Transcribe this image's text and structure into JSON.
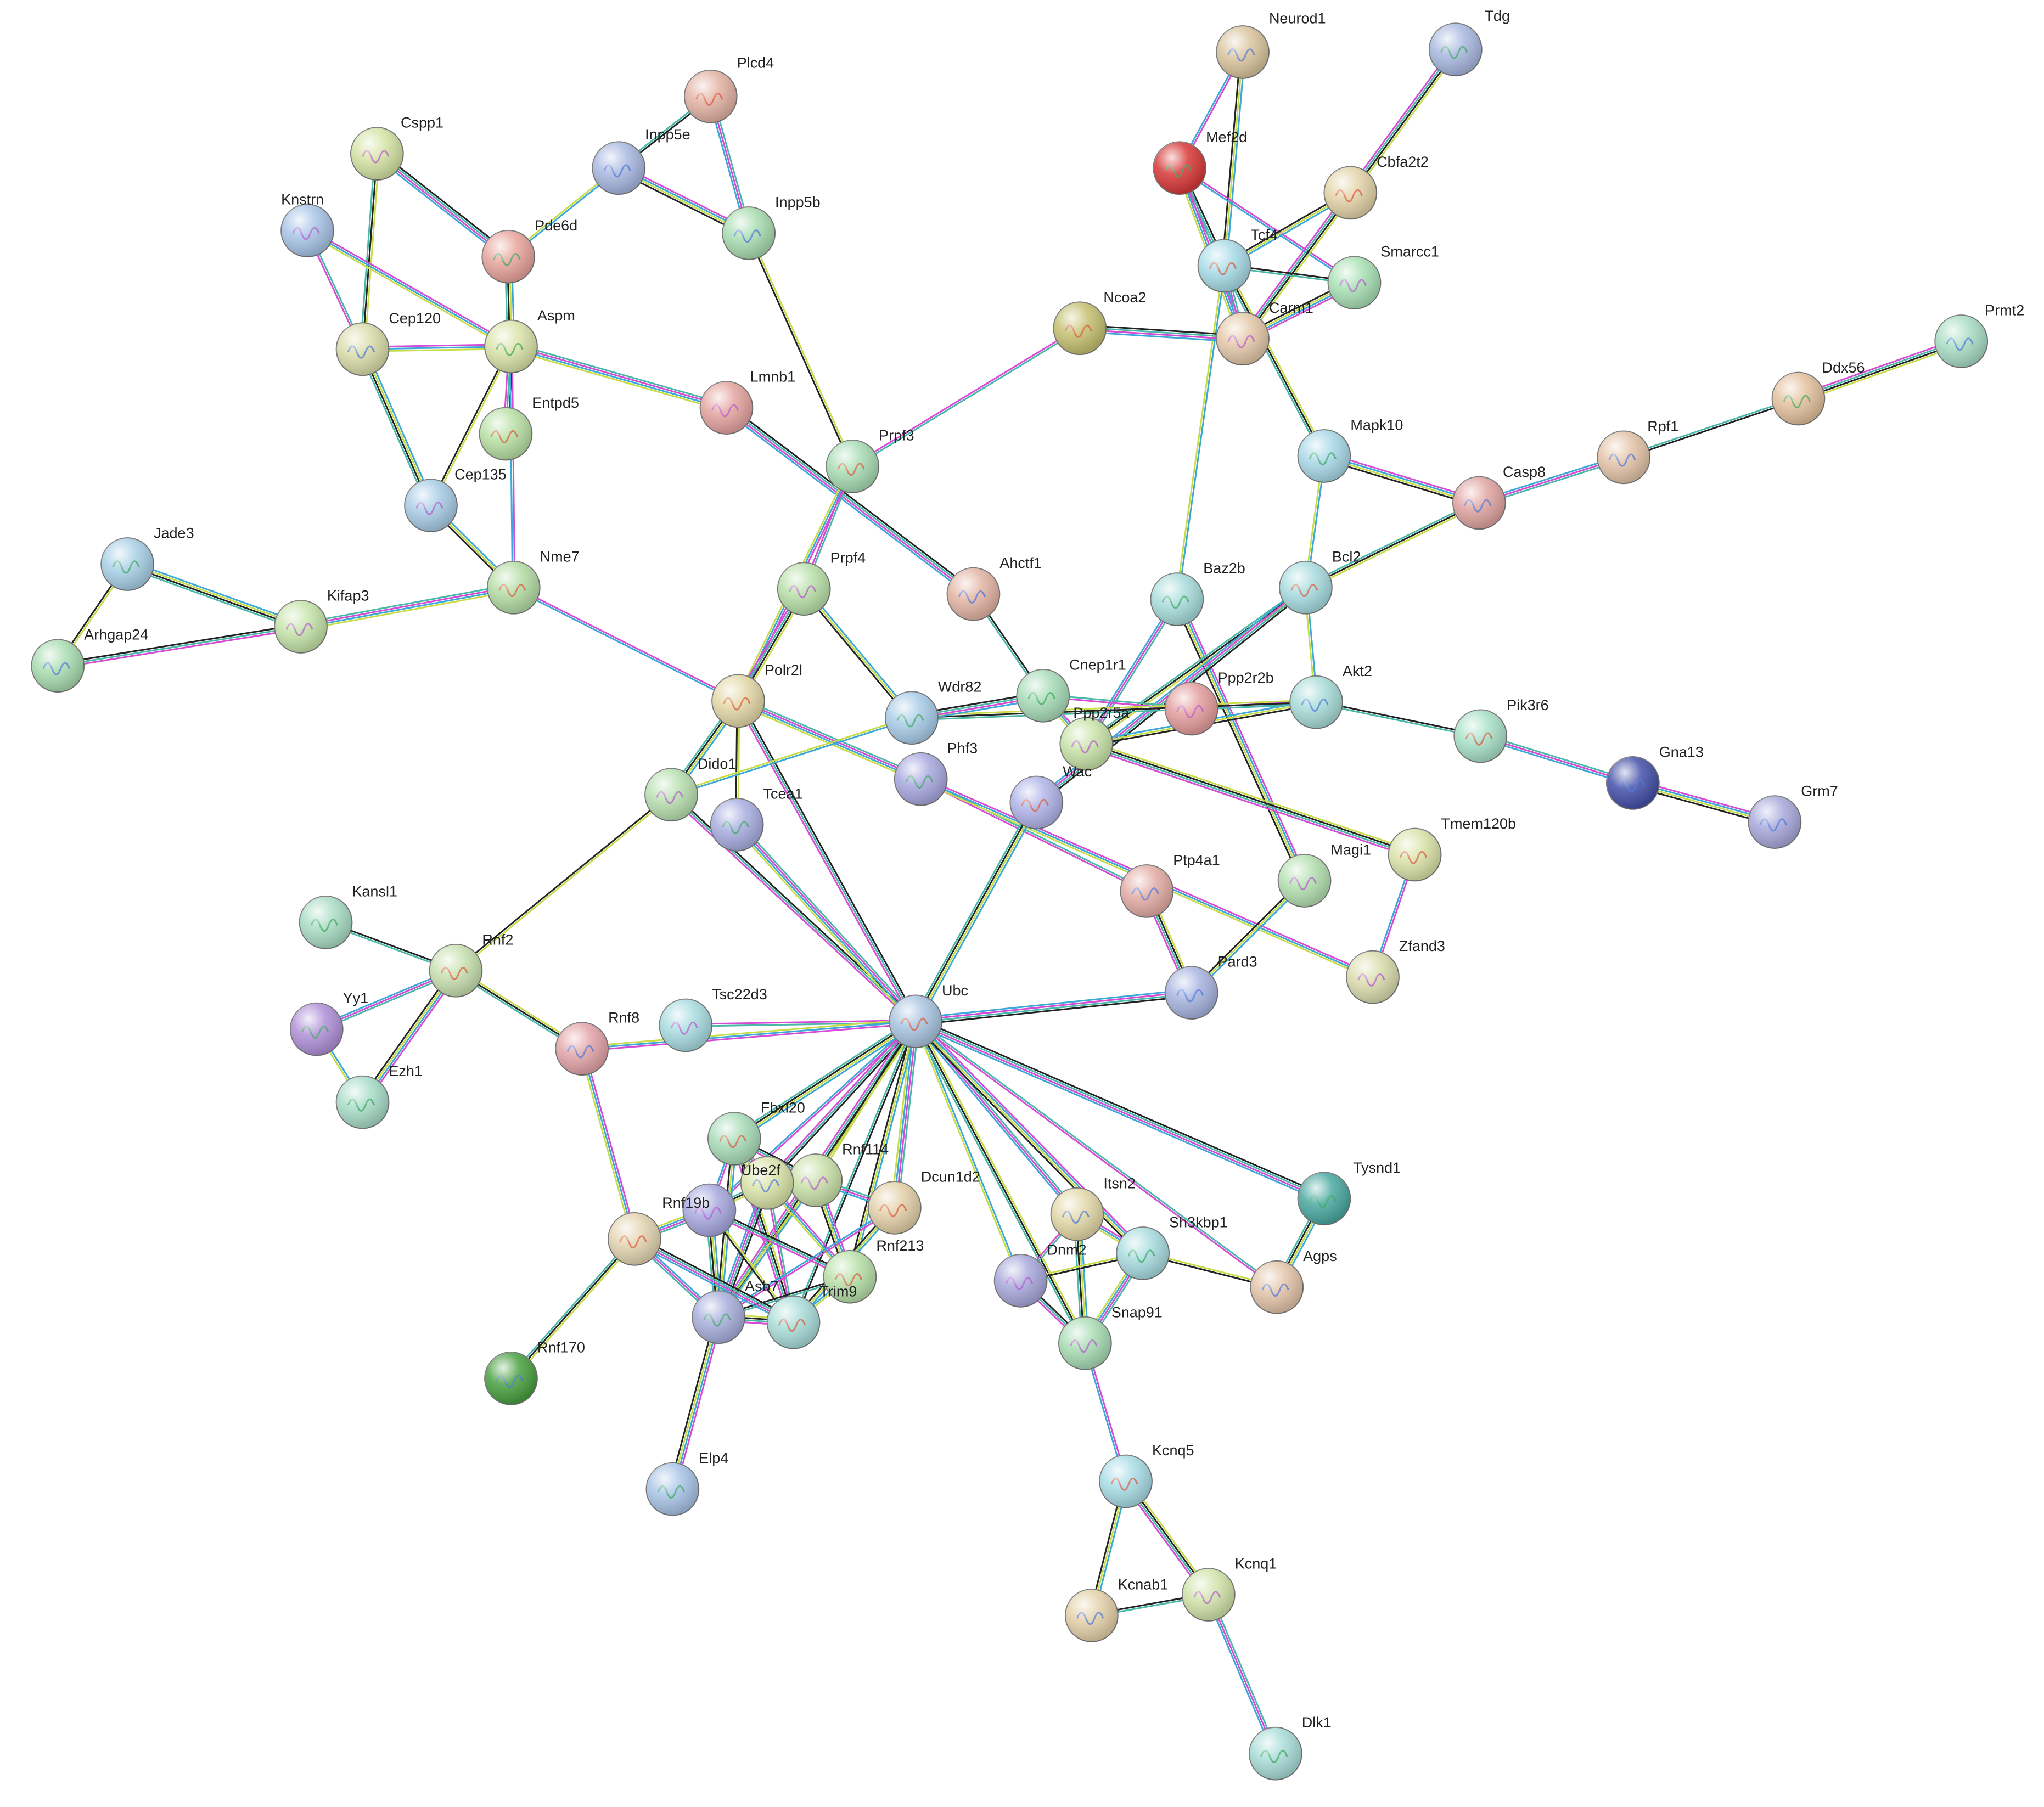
{
  "nodes": [
    {
      "id": "Neurod1",
      "color": "#d9c49c"
    },
    {
      "id": "Tdg",
      "color": "#a8b8e0"
    },
    {
      "id": "Plcd4",
      "color": "#e3b2a4"
    },
    {
      "id": "Cspp1",
      "color": "#d4e3a4"
    },
    {
      "id": "Inpp5e",
      "color": "#a8b8e0"
    },
    {
      "id": "Mef2d",
      "color": "#d83838"
    },
    {
      "id": "Cbfa2t2",
      "color": "#e3d3a8"
    },
    {
      "id": "Knstrn",
      "color": "#a8c4e6"
    },
    {
      "id": "Inpp5b",
      "color": "#a8dcb0"
    },
    {
      "id": "Pde6d",
      "color": "#e8a49c"
    },
    {
      "id": "Tcf4",
      "color": "#a8dce8"
    },
    {
      "id": "Smarcc1",
      "color": "#a8e0b4"
    },
    {
      "id": "Cep120",
      "color": "#d9dca8"
    },
    {
      "id": "Aspm",
      "color": "#d9e3a8"
    },
    {
      "id": "Ncoa2",
      "color": "#c4c070"
    },
    {
      "id": "Carm1",
      "color": "#e3c8a8"
    },
    {
      "id": "Prmt2",
      "color": "#a8dcc4"
    },
    {
      "id": "Ddx56",
      "color": "#e3c09c"
    },
    {
      "id": "Entpd5",
      "color": "#b8e0a4"
    },
    {
      "id": "Lmnb1",
      "color": "#e4a4a0"
    },
    {
      "id": "Rpf1",
      "color": "#e3c4a8"
    },
    {
      "id": "Mapk10",
      "color": "#a8d8e8"
    },
    {
      "id": "Prpf3",
      "color": "#a8dcb4"
    },
    {
      "id": "Cep135",
      "color": "#a8cce6"
    },
    {
      "id": "Casp8",
      "color": "#e0a4a0"
    },
    {
      "id": "Jade3",
      "color": "#a8d0e6"
    },
    {
      "id": "Nme7",
      "color": "#b4dca4"
    },
    {
      "id": "Prpf4",
      "color": "#b8e0a8"
    },
    {
      "id": "Ahctf1",
      "color": "#e3b4a4"
    },
    {
      "id": "Baz2b",
      "color": "#a8dcdc"
    },
    {
      "id": "Bcl2",
      "color": "#a8dce0"
    },
    {
      "id": "Kifap3",
      "color": "#c4e3a8"
    },
    {
      "id": "Arhgap24",
      "color": "#a8dcb0"
    },
    {
      "id": "Cnep1r1",
      "color": "#a8dcb8"
    },
    {
      "id": "Polr2l",
      "color": "#e3d8a8"
    },
    {
      "id": "Ppp2r2b",
      "color": "#e49c9c"
    },
    {
      "id": "Akt2",
      "color": "#a8dcd8"
    },
    {
      "id": "Wdr82",
      "color": "#a8cce8"
    },
    {
      "id": "Pik3r6",
      "color": "#a8e0c8"
    },
    {
      "id": "Ppp2r5a",
      "color": "#c8e3a8"
    },
    {
      "id": "Gna13",
      "color": "#4450a8"
    },
    {
      "id": "Phf3",
      "color": "#a8a8e0"
    },
    {
      "id": "Wac",
      "color": "#b0b4e8"
    },
    {
      "id": "Dido1",
      "color": "#b8e0b0"
    },
    {
      "id": "Grm7",
      "color": "#a8a8dc"
    },
    {
      "id": "Tcea1",
      "color": "#a8aee0"
    },
    {
      "id": "Tmem120b",
      "color": "#d9e3a8"
    },
    {
      "id": "Magi1",
      "color": "#b4e0b0"
    },
    {
      "id": "Ptp4a1",
      "color": "#e3aca4"
    },
    {
      "id": "Kansl1",
      "color": "#a8dcc4"
    },
    {
      "id": "Rnf2",
      "color": "#c8e0b0"
    },
    {
      "id": "Zfand3",
      "color": "#d9dcac"
    },
    {
      "id": "Pard3",
      "color": "#a8b4e0"
    },
    {
      "id": "Yy1",
      "color": "#b090d8"
    },
    {
      "id": "Ubc",
      "color": "#a8c4e0"
    },
    {
      "id": "Tsc22d3",
      "color": "#a8dce0"
    },
    {
      "id": "Rnf8",
      "color": "#e3a4a8"
    },
    {
      "id": "Ezh1",
      "color": "#a8dcc8"
    },
    {
      "id": "Fbxl20",
      "color": "#a8dcb8"
    },
    {
      "id": "Rnf114",
      "color": "#c8e0a8"
    },
    {
      "id": "Ube2f",
      "color": "#d9e3a8"
    },
    {
      "id": "Tysnd1",
      "color": "#4aa8a0"
    },
    {
      "id": "Dcun1d2",
      "color": "#e3d0a8"
    },
    {
      "id": "Rnf19b",
      "color": "#a8a8e0"
    },
    {
      "id": "Itsn2",
      "color": "#e3d8a8"
    },
    {
      "id": "Sh3kbp1",
      "color": "#a8dce0"
    },
    {
      "id": "Rnf213",
      "color": "#b8e0a8"
    },
    {
      "id": "Dnm2",
      "color": "#a8a8dc"
    },
    {
      "id": "Agps",
      "color": "#e3c4a8"
    },
    {
      "id": "Asb7",
      "color": "#a8aedc"
    },
    {
      "id": "Trim9",
      "color": "#a8dcd8"
    },
    {
      "id": "Snap91",
      "color": "#a8dcb4"
    },
    {
      "id": "Rnf170",
      "color": "#48a040"
    },
    {
      "id": "Elp4",
      "color": "#a8c4e6"
    },
    {
      "id": "Kcnq5",
      "color": "#a8dce6"
    },
    {
      "id": "Kcnq1",
      "color": "#d0e3a8"
    },
    {
      "id": "Kcnab1",
      "color": "#e3d0a8"
    },
    {
      "id": "Dlk1",
      "color": "#a8dcd8"
    },
    {
      "id": "Unlabeled-1",
      "color": "#e3d4b0"
    }
  ],
  "edges": [
    [
      "Neurod1",
      "Mef2d"
    ],
    [
      "Neurod1",
      "Tcf4"
    ],
    [
      "Tdg",
      "Cbfa2t2"
    ],
    [
      "Plcd4",
      "Inpp5e"
    ],
    [
      "Plcd4",
      "Inpp5b"
    ],
    [
      "Inpp5e",
      "Inpp5b"
    ],
    [
      "Inpp5e",
      "Pde6d"
    ],
    [
      "Cspp1",
      "Cep120"
    ],
    [
      "Cspp1",
      "Pde6d"
    ],
    [
      "Knstrn",
      "Cep120"
    ],
    [
      "Knstrn",
      "Aspm"
    ],
    [
      "Pde6d",
      "Aspm"
    ],
    [
      "Inpp5b",
      "Prpf3"
    ],
    [
      "Mef2d",
      "Tcf4"
    ],
    [
      "Mef2d",
      "Carm1"
    ],
    [
      "Mef2d",
      "Smarcc1"
    ],
    [
      "Cbfa2t2",
      "Tcf4"
    ],
    [
      "Cbfa2t2",
      "Carm1"
    ],
    [
      "Tcf4",
      "Smarcc1"
    ],
    [
      "Tcf4",
      "Carm1"
    ],
    [
      "Smarcc1",
      "Carm1"
    ],
    [
      "Tcf4",
      "Baz2b"
    ],
    [
      "Tcf4",
      "Mapk10"
    ],
    [
      "Ncoa2",
      "Carm1"
    ],
    [
      "Ncoa2",
      "Prpf3"
    ],
    [
      "Cep120",
      "Aspm"
    ],
    [
      "Cep120",
      "Cep135"
    ],
    [
      "Aspm",
      "Cep135"
    ],
    [
      "Aspm",
      "Entpd5"
    ],
    [
      "Aspm",
      "Lmnb1"
    ],
    [
      "Aspm",
      "Nme7"
    ],
    [
      "Cep135",
      "Nme7"
    ],
    [
      "Prmt2",
      "Ddx56"
    ],
    [
      "Ddx56",
      "Rpf1"
    ],
    [
      "Rpf1",
      "Casp8"
    ],
    [
      "Mapk10",
      "Casp8"
    ],
    [
      "Mapk10",
      "Bcl2"
    ],
    [
      "Casp8",
      "Bcl2"
    ],
    [
      "Lmnb1",
      "Ahctf1"
    ],
    [
      "Prpf3",
      "Prpf4"
    ],
    [
      "Prpf3",
      "Polr2l"
    ],
    [
      "Jade3",
      "Kifap3"
    ],
    [
      "Jade3",
      "Arhgap24"
    ],
    [
      "Arhgap24",
      "Kifap3"
    ],
    [
      "Kifap3",
      "Nme7"
    ],
    [
      "Nme7",
      "Polr2l"
    ],
    [
      "Prpf4",
      "Wdr82"
    ],
    [
      "Prpf4",
      "Polr2l"
    ],
    [
      "Ahctf1",
      "Cnep1r1"
    ],
    [
      "Baz2b",
      "Ppp2r5a"
    ],
    [
      "Baz2b",
      "Magi1"
    ],
    [
      "Bcl2",
      "Akt2"
    ],
    [
      "Bcl2",
      "Ppp2r5a"
    ],
    [
      "Bcl2",
      "Wac"
    ],
    [
      "Cnep1r1",
      "Ppp2r2b"
    ],
    [
      "Cnep1r1",
      "Ppp2r5a"
    ],
    [
      "Polr2l",
      "Dido1"
    ],
    [
      "Polr2l",
      "Tcea1"
    ],
    [
      "Polr2l",
      "Ubc"
    ],
    [
      "Polr2l",
      "Phf3"
    ],
    [
      "Ppp2r2b",
      "Akt2"
    ],
    [
      "Ppp2r5a",
      "Akt2"
    ],
    [
      "Ppp2r5a",
      "Tmem120b"
    ],
    [
      "Akt2",
      "Pik3r6"
    ],
    [
      "Pik3r6",
      "Gna13"
    ],
    [
      "Gna13",
      "Grm7"
    ],
    [
      "Wdr82",
      "Dido1"
    ],
    [
      "Wdr82",
      "Akt2"
    ],
    [
      "Wdr82",
      "Cnep1r1"
    ],
    [
      "Phf3",
      "Ptp4a1"
    ],
    [
      "Phf3",
      "Zfand3"
    ],
    [
      "Wac",
      "Ubc"
    ],
    [
      "Dido1",
      "Rnf2"
    ],
    [
      "Dido1",
      "Ubc"
    ],
    [
      "Tcea1",
      "Ubc"
    ],
    [
      "Tmem120b",
      "Zfand3"
    ],
    [
      "Magi1",
      "Pard3"
    ],
    [
      "Ptp4a1",
      "Pard3"
    ],
    [
      "Kansl1",
      "Rnf2"
    ],
    [
      "Rnf2",
      "Yy1"
    ],
    [
      "Rnf2",
      "Ezh1"
    ],
    [
      "Yy1",
      "Ezh1"
    ],
    [
      "Rnf2",
      "Rnf8"
    ],
    [
      "Pard3",
      "Ubc"
    ],
    [
      "Ubc",
      "Tsc22d3"
    ],
    [
      "Ubc",
      "Rnf8"
    ],
    [
      "Ubc",
      "Fbxl20"
    ],
    [
      "Ubc",
      "Rnf114"
    ],
    [
      "Ubc",
      "Ube2f"
    ],
    [
      "Ubc",
      "Dcun1d2"
    ],
    [
      "Ubc",
      "Rnf19b"
    ],
    [
      "Ubc",
      "Rnf213"
    ],
    [
      "Ubc",
      "Asb7"
    ],
    [
      "Ubc",
      "Trim9"
    ],
    [
      "Ubc",
      "Itsn2"
    ],
    [
      "Ubc",
      "Sh3kbp1"
    ],
    [
      "Ubc",
      "Dnm2"
    ],
    [
      "Ubc",
      "Snap91"
    ],
    [
      "Ubc",
      "Tysnd1"
    ],
    [
      "Ubc",
      "Agps"
    ],
    [
      "Rnf8",
      "Unlabeled-1"
    ],
    [
      "Tysnd1",
      "Agps"
    ],
    [
      "Sh3kbp1",
      "Agps"
    ],
    [
      "Fbxl20",
      "Rnf114"
    ],
    [
      "Fbxl20",
      "Ube2f"
    ],
    [
      "Fbxl20",
      "Rnf19b"
    ],
    [
      "Fbxl20",
      "Asb7"
    ],
    [
      "Fbxl20",
      "Trim9"
    ],
    [
      "Rnf114",
      "Ube2f"
    ],
    [
      "Rnf114",
      "Dcun1d2"
    ],
    [
      "Rnf114",
      "Rnf213"
    ],
    [
      "Rnf114",
      "Asb7"
    ],
    [
      "Ube2f",
      "Rnf19b"
    ],
    [
      "Ube2f",
      "Asb7"
    ],
    [
      "Ube2f",
      "Trim9"
    ],
    [
      "Ube2f",
      "Rnf213"
    ],
    [
      "Rnf19b",
      "Asb7"
    ],
    [
      "Rnf19b",
      "Trim9"
    ],
    [
      "Rnf19b",
      "Rnf213"
    ],
    [
      "Rnf19b",
      "Unlabeled-1"
    ],
    [
      "Dcun1d2",
      "Asb7"
    ],
    [
      "Dcun1d2",
      "Trim9"
    ],
    [
      "Asb7",
      "Trim9"
    ],
    [
      "Asb7",
      "Rnf213"
    ],
    [
      "Asb7",
      "Unlabeled-1"
    ],
    [
      "Asb7",
      "Elp4"
    ],
    [
      "Trim9",
      "Rnf213"
    ],
    [
      "Unlabeled-1",
      "Rnf170"
    ],
    [
      "Unlabeled-1",
      "Trim9"
    ],
    [
      "Itsn2",
      "Dnm2"
    ],
    [
      "Itsn2",
      "Sh3kbp1"
    ],
    [
      "Itsn2",
      "Snap91"
    ],
    [
      "Dnm2",
      "Sh3kbp1"
    ],
    [
      "Dnm2",
      "Snap91"
    ],
    [
      "Sh3kbp1",
      "Snap91"
    ],
    [
      "Snap91",
      "Kcnq5"
    ],
    [
      "Kcnq5",
      "Kcnab1"
    ],
    [
      "Kcnq5",
      "Kcnq1"
    ],
    [
      "Kcnab1",
      "Kcnq1"
    ],
    [
      "Kcnq1",
      "Dlk1"
    ]
  ],
  "edge_colors": [
    "#d64ad6",
    "#3aa8d8",
    "#c8dc48",
    "#222222",
    "#4ab8a8"
  ]
}
